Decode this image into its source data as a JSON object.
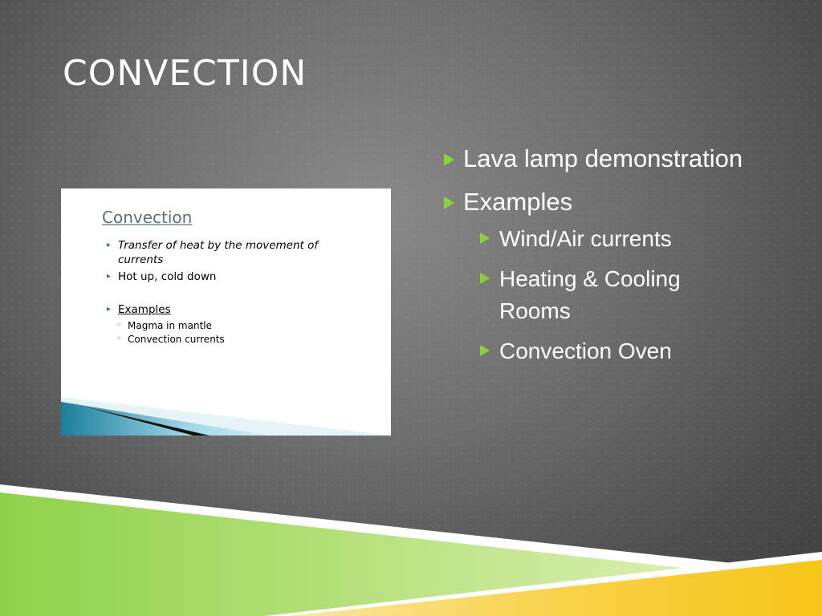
{
  "slide": {
    "title": "CONVECTION",
    "bullets": [
      {
        "text": "Lava lamp demonstration"
      },
      {
        "text": "Examples"
      }
    ],
    "sub_bullets": [
      {
        "text": "Wind/Air currents"
      },
      {
        "text": "Heating & Cooling Rooms"
      },
      {
        "text": "Convection Oven"
      }
    ],
    "bullet_icon": "green-triangle-icon",
    "accent_colors": {
      "green": "#8cd236",
      "yellow": "#f5c518",
      "background": "#6e6e6e"
    }
  },
  "thumbnail": {
    "title": "Convection",
    "bullets": [
      "Transfer of heat by the movement of currents",
      "Hot up, cold down",
      "Examples"
    ],
    "sub_bullets": [
      "Magma in mantle",
      "Convection currents"
    ]
  }
}
